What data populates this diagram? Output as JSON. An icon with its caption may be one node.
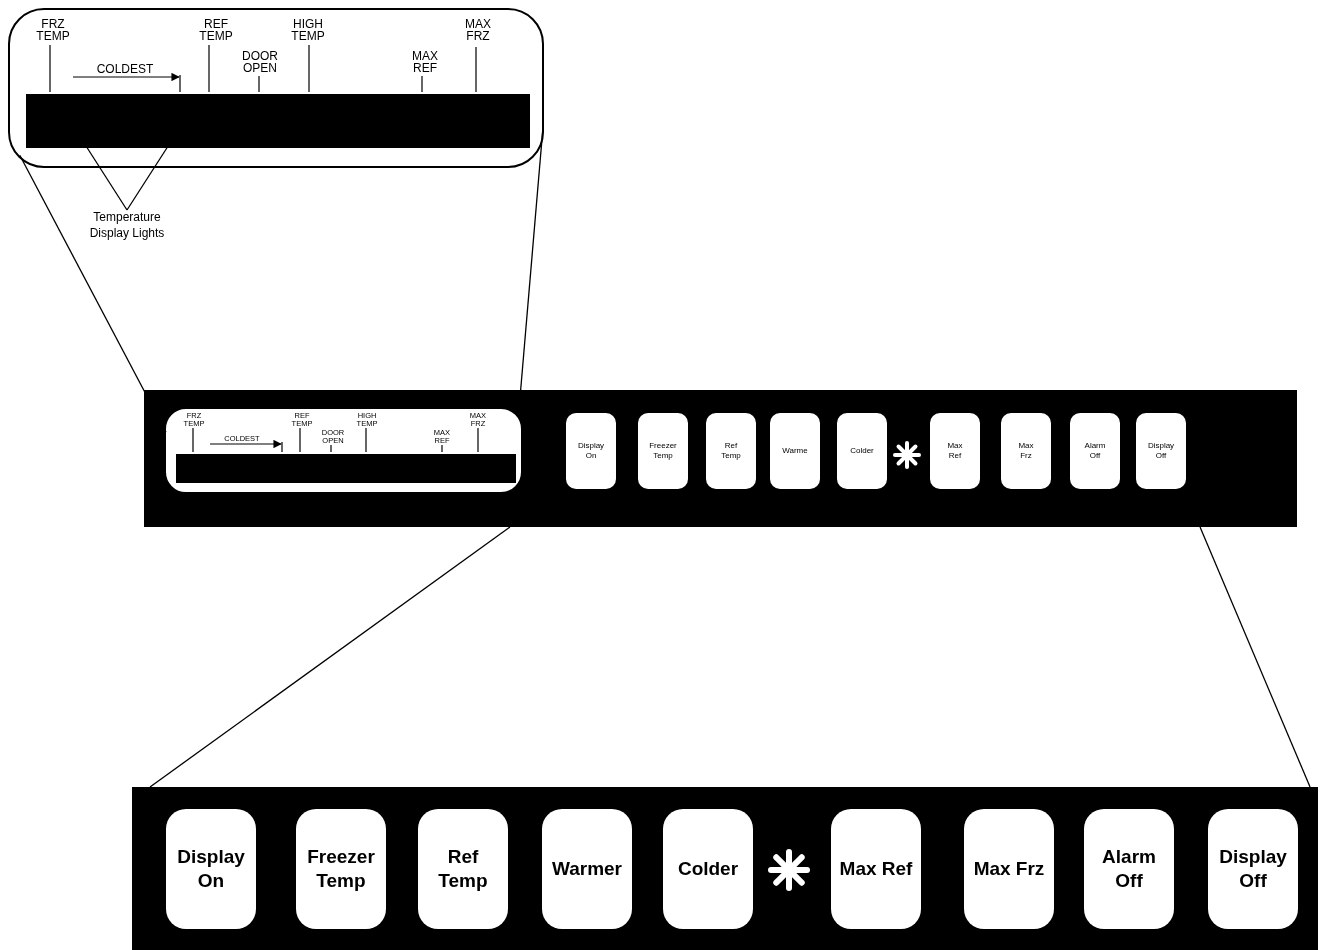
{
  "diagram": {
    "nodes": [
      {
        "text": [],
        "shape": "box"
      },
      {
        "text": [],
        "shape": "bar",
        "in": 0
      },
      {
        "text": [
          "Temperature Display Lights"
        ]
      },
      {
        "text": [],
        "shape": "box"
      },
      {
        "text": [],
        "shape": "box",
        "in": 3
      },
      {
        "text": [],
        "shape": "bar",
        "in": 4
      },
      {
        "text": [
          "Display On"
        ],
        "in": 3
      },
      {
        "text": [
          "Freezer Temp"
        ],
        "in": 3
      },
      {
        "text": [
          "Ref Temp"
        ],
        "in": 3
      },
      {
        "text": [
          "Warme"
        ],
        "in": 3
      },
      {
        "text": [
          "Colder"
        ],
        "in": 3
      },
      {
        "text": [
          "Max Ref"
        ],
        "in": 3
      },
      {
        "text": [
          "Max Frz"
        ],
        "in": 3
      },
      {
        "text": [
          "Alarm Off"
        ],
        "in": 3
      },
      {
        "text": [
          "Display Off"
        ],
        "in": 3
      },
      {
        "text": [],
        "shape": "box"
      },
      {
        "text": [
          "Display On"
        ],
        "in": 15
      },
      {
        "text": [
          "Freezer Temp"
        ],
        "in": 15
      },
      {
        "text": [
          "Ref Temp"
        ],
        "in": 15
      },
      {
        "text": [
          "Warmer"
        ],
        "in": 15
      },
      {
        "text": [
          "Colder"
        ],
        "in": 15
      },
      {
        "text": [
          "Max Ref"
        ],
        "in": 15
      },
      {
        "text": [
          "Max Frz"
        ],
        "in": 15
      },
      {
        "text": [
          "Alarm Off"
        ],
        "in": 15
      },
      {
        "text": [
          "Display Off"
        ],
        "in": 15
      }
    ],
    "edges": [
      {
        "from": 2,
        "to": 1,
        "arrow": "none"
      },
      {
        "from": 2,
        "to": 1,
        "arrow": "none"
      },
      {
        "from": 0,
        "to": 4,
        "arrow": "none"
      },
      {
        "from": 0,
        "to": 4,
        "arrow": "none"
      },
      {
        "from": 3,
        "to": 15,
        "arrow": "none"
      },
      {
        "from": 3,
        "to": 15,
        "arrow": "none"
      }
    ],
    "labels": [
      "FRZ TEMP",
      "REF TEMP",
      "HIGH TEMP",
      "MAX FRZ",
      "COLDEST",
      "DOOR OPEN",
      "MAX REF",
      "FRZ TEMP",
      "REF TEMP",
      "HIGH TEMP",
      "MAX FRZ",
      "COLDEST",
      "DOOR OPEN",
      "MAX REF"
    ]
  }
}
